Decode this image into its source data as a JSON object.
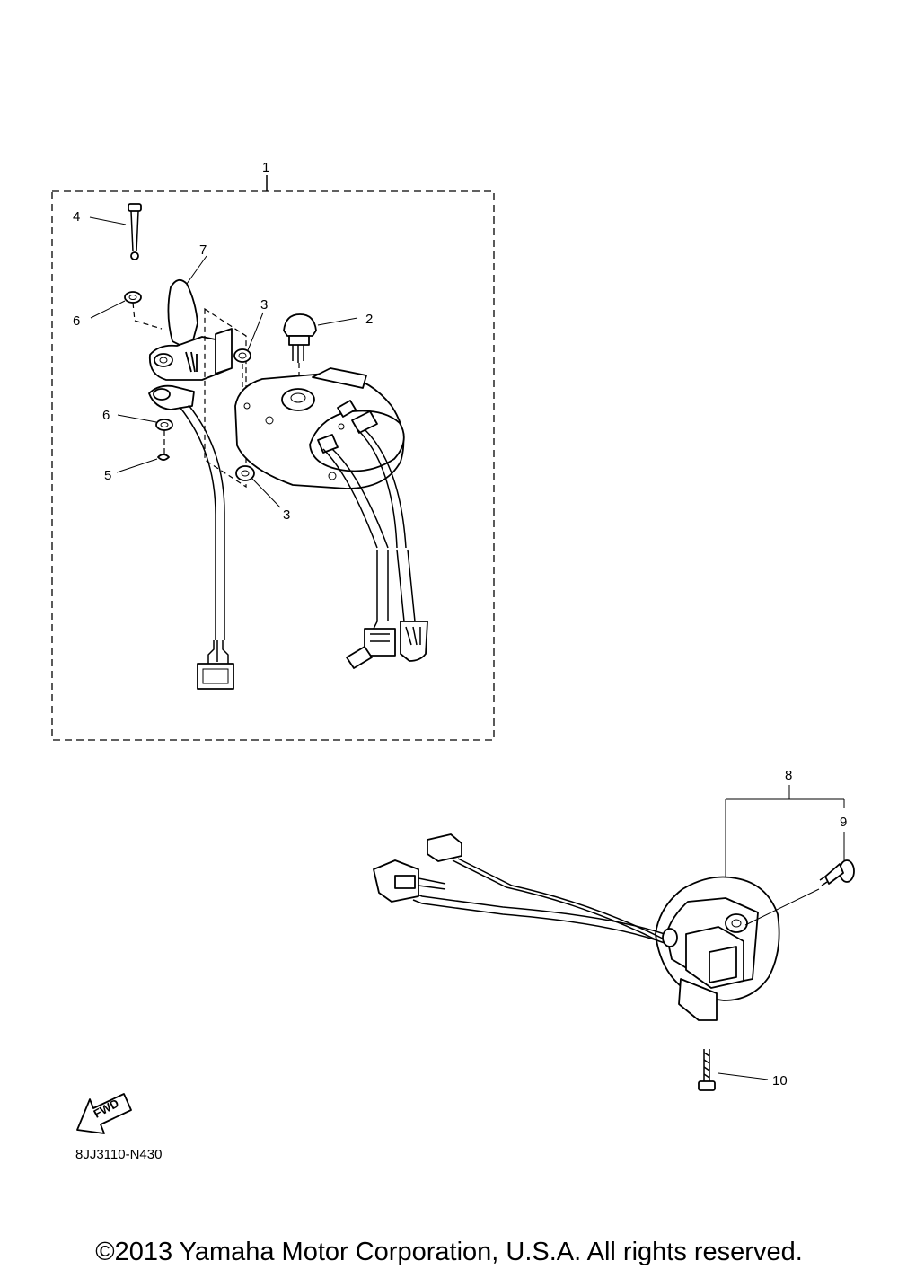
{
  "callouts": [
    "1",
    "2",
    "3",
    "3",
    "4",
    "5",
    "6",
    "6",
    "7",
    "8",
    "9",
    "10"
  ],
  "fwd_label": "FWD",
  "diagram_code": "8JJ3110-N430",
  "copyright": "©2013 Yamaha Motor Corporation, U.S.A. All rights reserved."
}
